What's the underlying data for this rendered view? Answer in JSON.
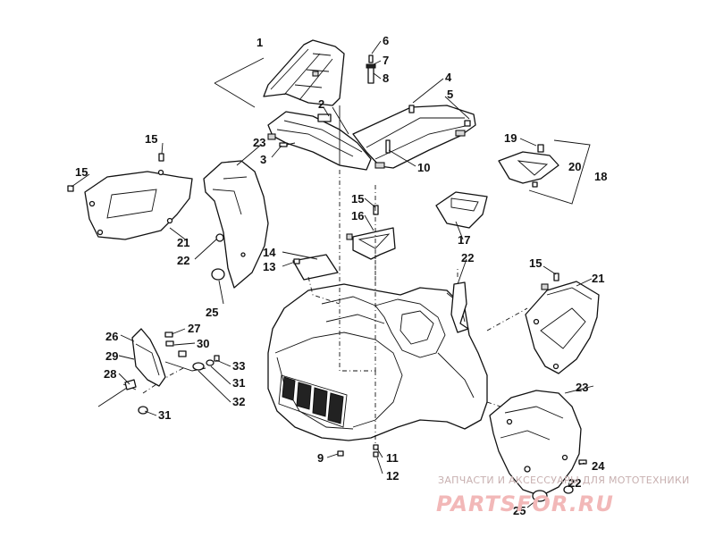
{
  "callouts": [
    "1",
    "2",
    "3",
    "4",
    "5",
    "6",
    "7",
    "8",
    "9",
    "10",
    "11",
    "12",
    "13",
    "14",
    "15",
    "15",
    "15",
    "15",
    "16",
    "17",
    "18",
    "19",
    "20",
    "21",
    "21",
    "22",
    "22",
    "22",
    "23",
    "23",
    "24",
    "25",
    "25",
    "26",
    "27",
    "28",
    "29",
    "30",
    "31",
    "31",
    "32",
    "33"
  ],
  "watermark": {
    "subtitle": "ЗАПЧАСТИ И АКСЕССУАРЫ ДЛЯ МОТОТЕХНИКИ",
    "brand": "PARTSFOR.RU"
  },
  "colors": {
    "line": "#111111",
    "watermark": "#f2b8b8"
  }
}
